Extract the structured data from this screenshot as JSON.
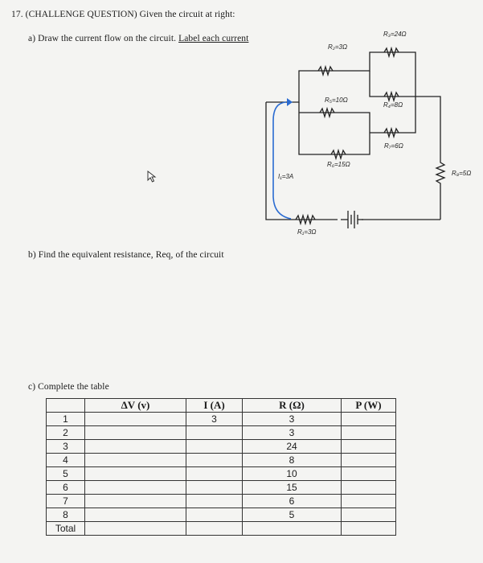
{
  "question": {
    "number_title": "17.  (CHALLENGE QUESTION)  Given the circuit at right:",
    "part_a_prefix": "a)   Draw the current flow on the circuit. ",
    "part_a_underlined": "Label each current",
    "part_b": "b)   Find the equivalent resistance, Req, of the circuit",
    "part_c": "c)   Complete the table"
  },
  "circuit": {
    "labels": {
      "R1": "R₁=3Ω",
      "R2": "R₂=3Ω",
      "R3": "R₃=24Ω",
      "R4": "R₄=8Ω",
      "R5": "R₅=10Ω",
      "R6": "R₆=15Ω",
      "R7": "R₇=6Ω",
      "R8": "R₈=5Ω",
      "I1": "I₁=3A"
    }
  },
  "table": {
    "headers": [
      "",
      "ΔV (v)",
      "I (A)",
      "R (Ω)",
      "P (W)"
    ],
    "rows": [
      [
        "1",
        "",
        "3",
        "3",
        ""
      ],
      [
        "2",
        "",
        "",
        "3",
        ""
      ],
      [
        "3",
        "",
        "",
        "24",
        ""
      ],
      [
        "4",
        "",
        "",
        "8",
        ""
      ],
      [
        "5",
        "",
        "",
        "10",
        ""
      ],
      [
        "6",
        "",
        "",
        "15",
        ""
      ],
      [
        "7",
        "",
        "",
        "6",
        ""
      ],
      [
        "8",
        "",
        "",
        "5",
        ""
      ],
      [
        "Total",
        "",
        "",
        "",
        ""
      ]
    ]
  }
}
